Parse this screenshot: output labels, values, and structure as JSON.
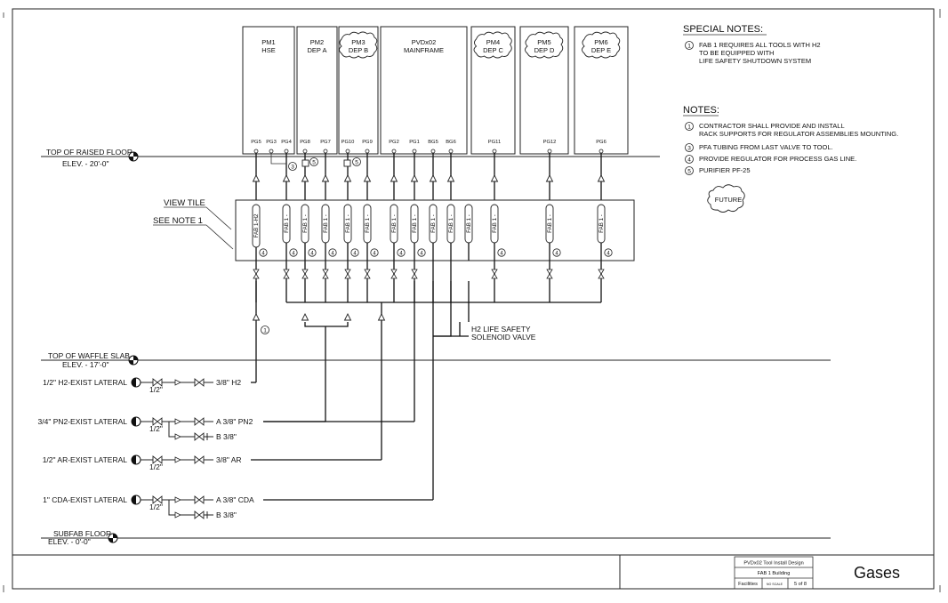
{
  "tools": [
    {
      "label1": "PM1",
      "label2": "HSE",
      "cloud": false
    },
    {
      "label1": "PM2",
      "label2": "DEP  A",
      "cloud": false
    },
    {
      "label1": "PM3",
      "label2": "DEP  B",
      "cloud": true
    },
    {
      "label1": "PVDx02",
      "label2": "MAINFRAME",
      "cloud": false
    },
    {
      "label1": "PM4",
      "label2": "DEP  C",
      "cloud": true
    },
    {
      "label1": "PM5",
      "label2": "DEP  D",
      "cloud": true
    },
    {
      "label1": "PM6",
      "label2": "DEP  E",
      "cloud": true
    }
  ],
  "ports": [
    "PG5",
    "PG3",
    "PG4",
    "PG8",
    "PG7",
    "PG10",
    "PG9",
    "PG2",
    "PG1",
    "BG5",
    "BG6",
    "PG11",
    "PG12",
    "PG6"
  ],
  "panel": {
    "view_tile": "VIEW  TILE",
    "see_note": "SEE  NOTE  1",
    "label_h2": "FAB 1-H2",
    "label_fab": "FAB 1 -"
  },
  "floors": {
    "raised_title": "TOP  OF  RAISED  FLOOR",
    "raised_elev": "ELEV.  -  20'-0\"",
    "waffle_title": "TOP  OF  WAFFLE  SLAB",
    "waffle_elev": "ELEV.  -  17'-0\"",
    "subfab_title": "SUBFAB  FLOOR",
    "subfab_elev": "ELEV.  -  0'-0\""
  },
  "laterals": [
    {
      "name": "1/2\"  H2-EXIST  LATERAL",
      "valve": "1/2\"",
      "a": "3/8\"  H2",
      "b": ""
    },
    {
      "name": "3/4\"  PN2-EXIST  LATERAL",
      "valve": "1/2\"",
      "a": "A  3/8\"  PN2",
      "b": "B  3/8\""
    },
    {
      "name": "1/2\"  AR-EXIST  LATERAL",
      "valve": "1/2\"",
      "a": "3/8\"  AR",
      "b": ""
    },
    {
      "name": "1\"  CDA-EXIST  LATERAL",
      "valve": "1/2\"",
      "a": "A  3/8\"  CDA",
      "b": "B  3/8\""
    }
  ],
  "h2_safety": {
    "line1": "H2  LIFE  SAFETY",
    "line2": "SOLENOID  VALVE"
  },
  "tags": {
    "one": "1",
    "three": "3",
    "four": "4",
    "five": "5"
  },
  "special_notes": {
    "title": "SPECIAL  NOTES:",
    "items": [
      {
        "num": "1",
        "lines": [
          "FAB  1  REQUIRES  ALL  TOOLS  WITH  H2",
          "TO  BE  EQUIPPED  WITH",
          "LIFE  SAFETY  SHUTDOWN  SYSTEM"
        ]
      }
    ]
  },
  "notes": {
    "title": "NOTES:",
    "items": [
      {
        "num": "1",
        "lines": [
          "CONTRACTOR  SHALL  PROVIDE  AND  INSTALL",
          "RACK  SUPPORTS  FOR  REGULATOR  ASSEMBLIES  MOUNTING."
        ]
      },
      {
        "num": "3",
        "lines": [
          "PFA  TUBING  FROM  LAST  VALVE  TO  TOOL."
        ]
      },
      {
        "num": "4",
        "lines": [
          "PROVIDE  REGULATOR  FOR  PROCESS  GAS  LINE."
        ]
      },
      {
        "num": "5",
        "lines": [
          "PURIFIER  PF-25"
        ]
      }
    ],
    "future": "FUTURE"
  },
  "title_block": {
    "project": "PVDx02 Tool Install Design",
    "building": "FAB 1 Building",
    "dept": "Facilities",
    "scale": "NO SCALE",
    "sheet": "5 of 8",
    "title": "Gases"
  }
}
